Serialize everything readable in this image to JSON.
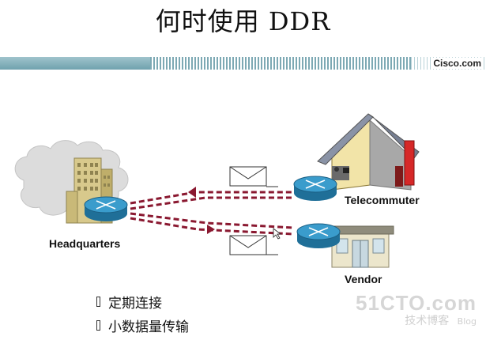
{
  "title": "何时使用 DDR",
  "brand": "Cisco.com",
  "labels": {
    "headquarters": "Headquarters",
    "telecommuter": "Telecommuter",
    "vendor": "Vendor"
  },
  "bullets": [
    "定期连接",
    "小数据量传输"
  ],
  "watermark": {
    "main": "51CTO.com",
    "sub": "技术博客",
    "sub2": "Blog"
  },
  "colors": {
    "link": "#8a1830",
    "router": "#2f86b4",
    "banner": "#7da9b4"
  }
}
